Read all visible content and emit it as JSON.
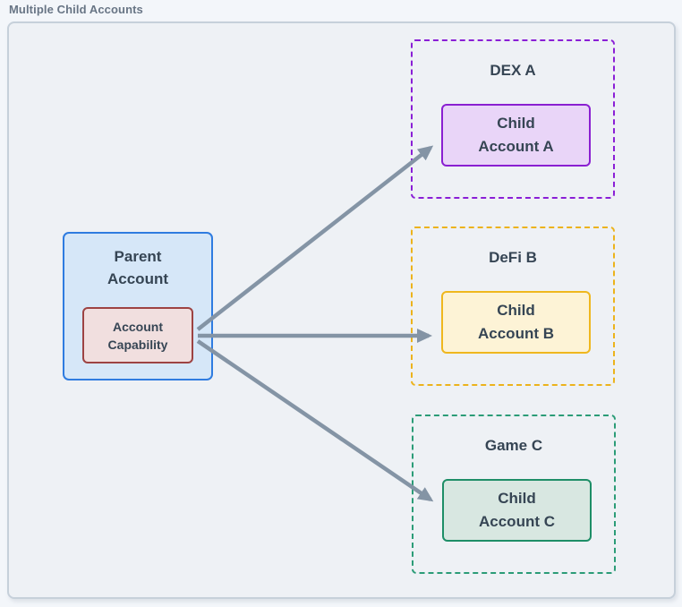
{
  "title": "Multiple Child Accounts",
  "colors": {
    "page_bg": "#f3f6fa",
    "canvas_bg": "#eef1f5",
    "canvas_border": "#c6d0da",
    "title_text": "#687585",
    "text": "#364554",
    "arrow": "#8494a5",
    "parent_fill": "#d6e7f8",
    "parent_border": "#2f7ce0",
    "capability_fill": "#f1dfdf",
    "capability_border": "#9d4343",
    "dex_border": "#8a1fd6",
    "dex_child_fill": "#e9d5f8",
    "dex_child_border": "#8a1fd1",
    "defi_border": "#ecb31c",
    "defi_child_fill": "#fdf3d6",
    "defi_child_border": "#efb71e",
    "game_border": "#2b9c77",
    "game_child_fill": "#d8e7e1",
    "game_child_border": "#1e8e67"
  },
  "parent": {
    "label": "Parent\nAccount",
    "capability_label": "Account\nCapability"
  },
  "groups": [
    {
      "label": "DEX A",
      "child_label": "Child\nAccount A"
    },
    {
      "label": "DeFi B",
      "child_label": "Child\nAccount B"
    },
    {
      "label": "Game C",
      "child_label": "Child\nAccount C"
    }
  ],
  "connections": [
    {
      "from": "Account Capability",
      "to": "Child Account A"
    },
    {
      "from": "Account Capability",
      "to": "Child Account B"
    },
    {
      "from": "Account Capability",
      "to": "Child Account C"
    }
  ]
}
